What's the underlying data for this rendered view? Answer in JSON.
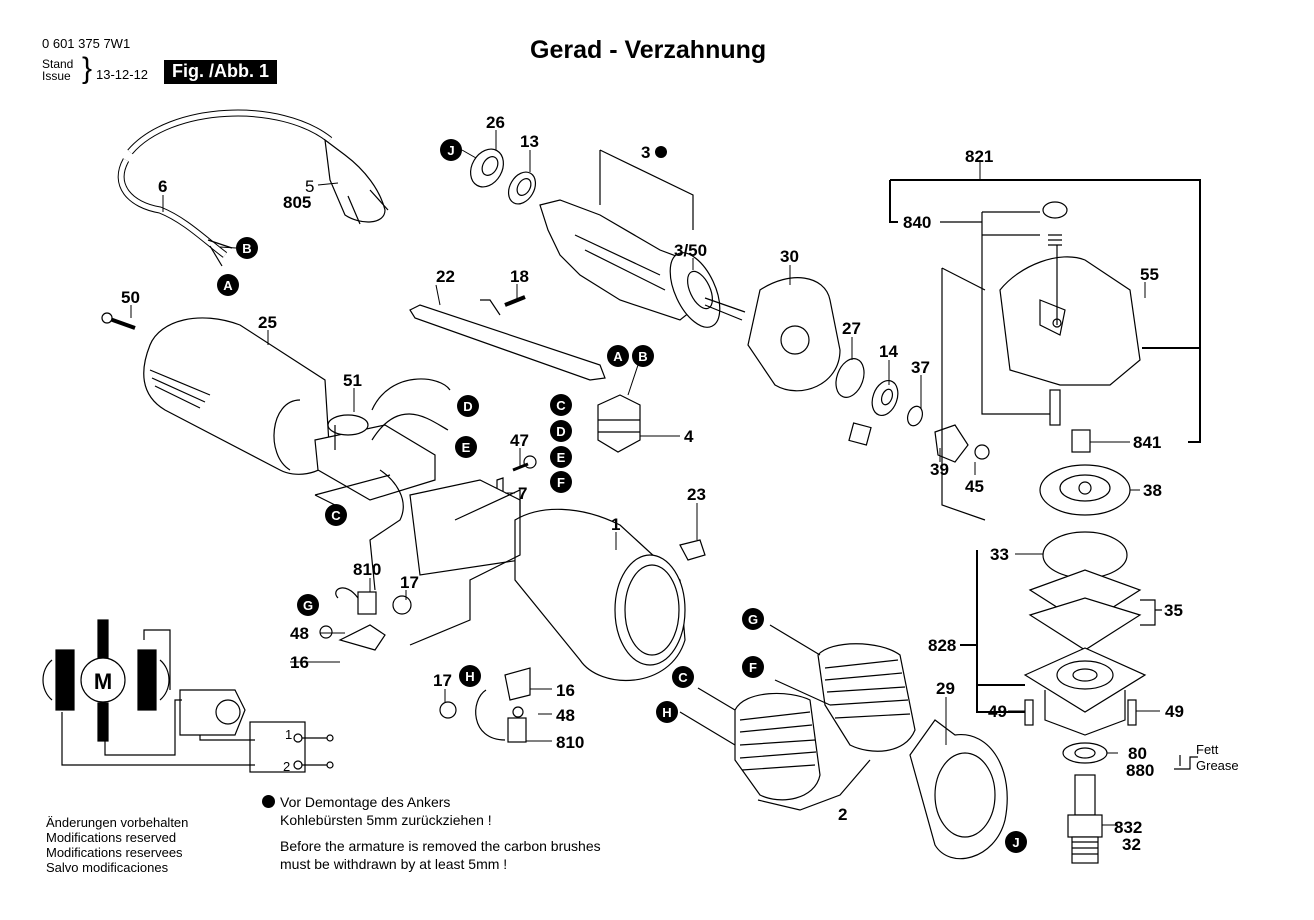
{
  "header": {
    "part_number": "0 601 375 7W1",
    "stand_label": "Stand",
    "issue_label": "Issue",
    "date": "13-12-12",
    "figure_label": "Fig. /Abb. 1",
    "title": "Gerad - Verzahnung"
  },
  "notes": {
    "modifications": [
      "Änderungen vorbehalten",
      "Modifications reserved",
      "Modifications reservees",
      "Salvo modificaciones"
    ],
    "armature_note_de_1": "Vor Demontage des Ankers",
    "armature_note_de_2": "Kohlebürsten 5mm zurückziehen !",
    "armature_note_en_1": "Before the armature is removed the carbon brushes",
    "armature_note_en_2": "must be withdrawn by at least 5mm !"
  },
  "grease": {
    "label_de": "Fett",
    "label_en": "Grease"
  },
  "part_labels": {
    "p26": "26",
    "p13": "13",
    "p3": "3",
    "p3_50": "3/50",
    "p6": "6",
    "p5": "5",
    "p805": "805",
    "p22": "22",
    "p18": "18",
    "p30": "30",
    "p50": "50",
    "p25": "25",
    "p51": "51",
    "p27": "27",
    "p14": "14",
    "p37": "37",
    "p4": "4",
    "p47": "47",
    "p7": "7",
    "p39": "39",
    "p45": "45",
    "p1": "1",
    "p23": "23",
    "p810a": "810",
    "p17a": "17",
    "p48a": "48",
    "p16a": "16",
    "p17b": "17",
    "p16b": "16",
    "p48b": "48",
    "p810b": "810",
    "p2": "2",
    "p29": "29",
    "p821": "821",
    "p840": "840",
    "p55": "55",
    "p841": "841",
    "p38": "38",
    "p33": "33",
    "p35": "35",
    "p828": "828",
    "p49a": "49",
    "p49b": "49",
    "p80": "80",
    "p880": "880",
    "p832": "832",
    "p32": "32"
  },
  "connection_markers": {
    "j_top": "J",
    "b_cord": "B",
    "a_cord": "A",
    "a_switch": "A",
    "b_switch": "B",
    "c_switch": "C",
    "d_switch": "D",
    "e_switch": "E",
    "f_switch": "F",
    "d_elec": "D",
    "e_elec": "E",
    "c_elec": "C",
    "g_brush": "G",
    "h_brush": "H",
    "g_field": "G",
    "f_field": "F",
    "c_field": "C",
    "h_field": "H",
    "j_guard": "J"
  },
  "schematic": {
    "motor_label": "M",
    "switch_1": "1",
    "switch_2": "2"
  }
}
